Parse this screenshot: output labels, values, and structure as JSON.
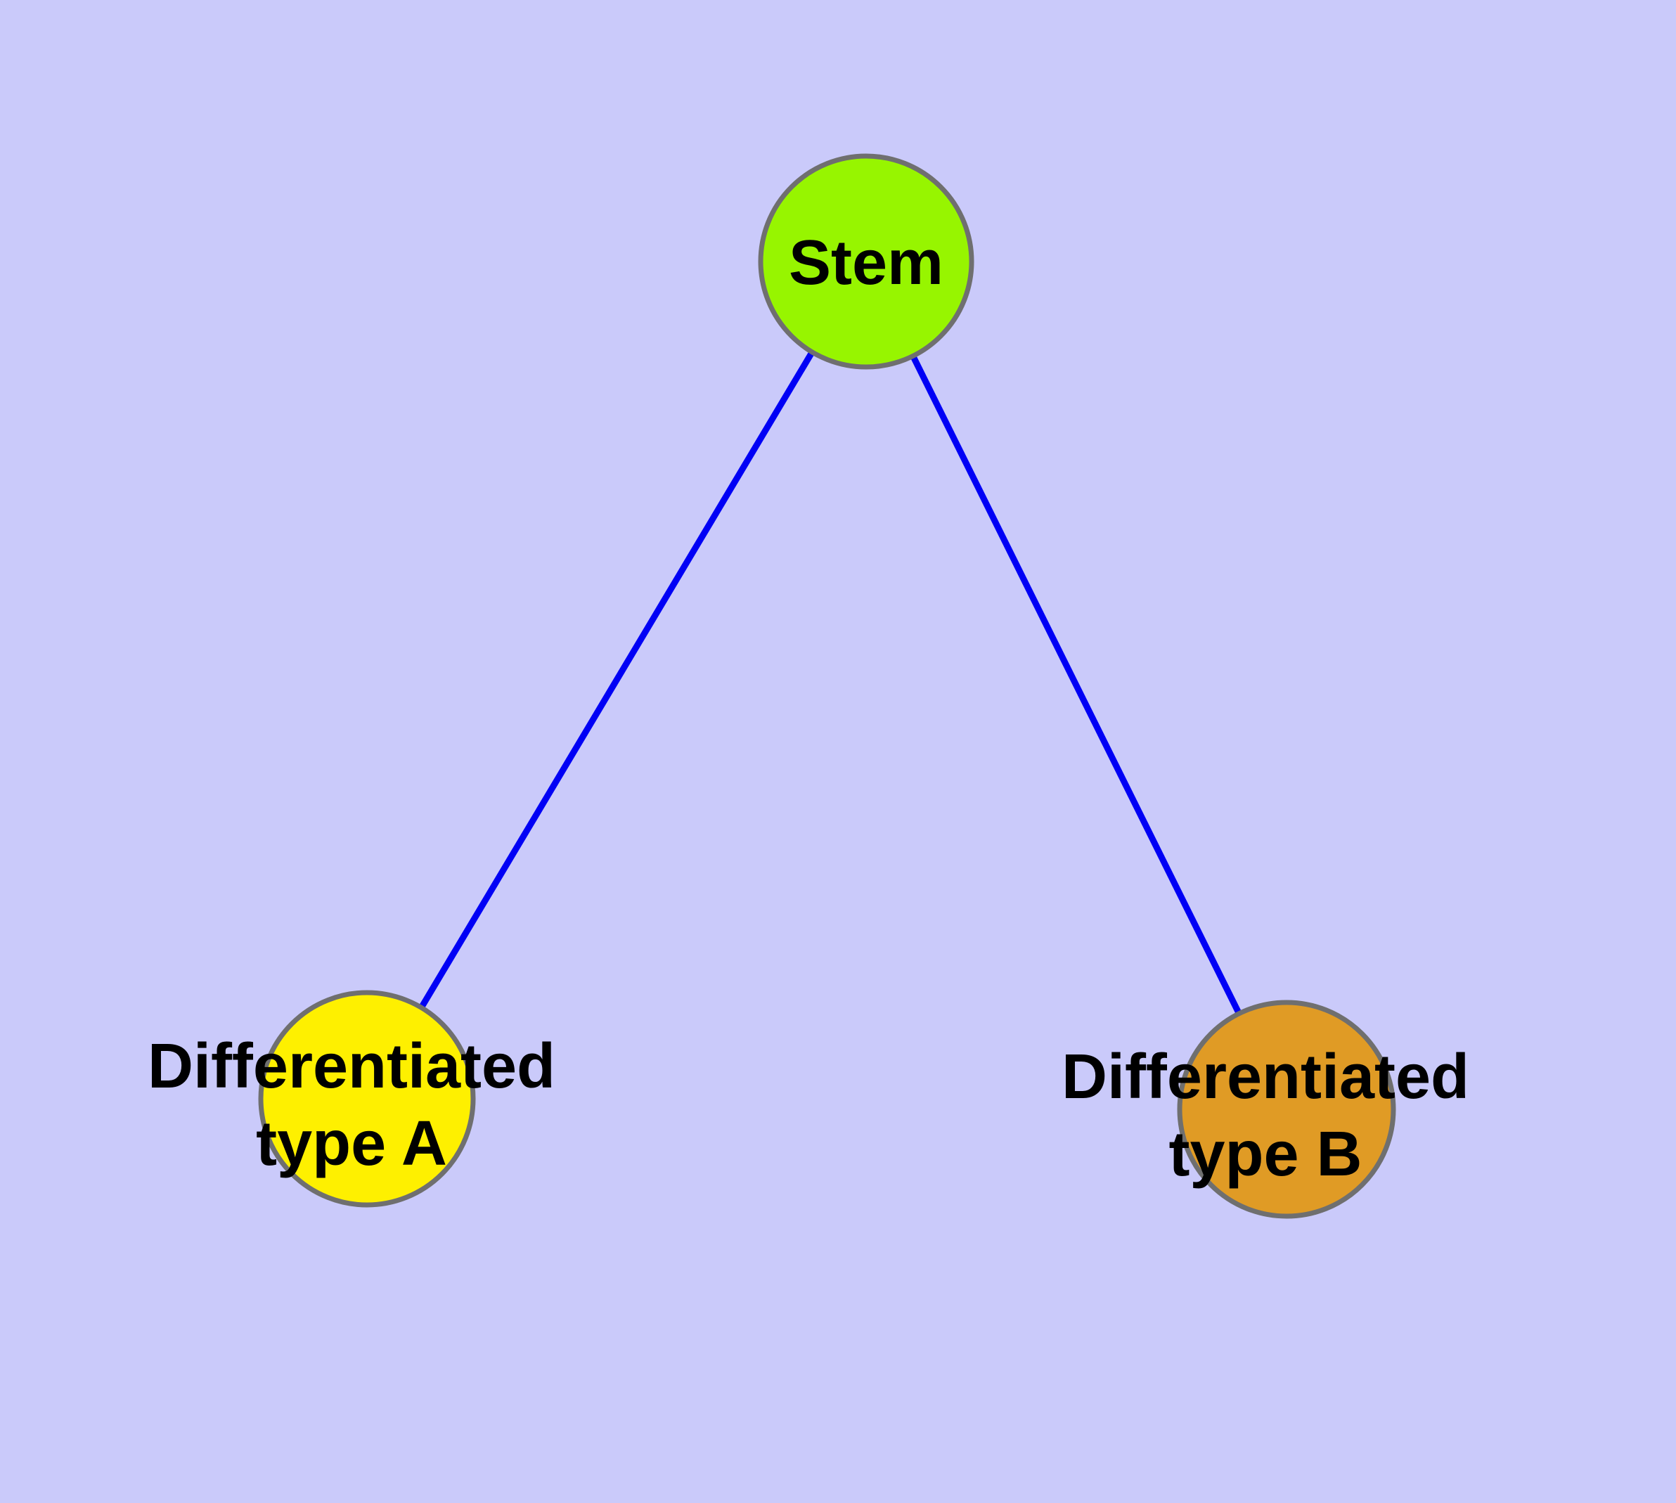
{
  "diagram": {
    "description": "Cell differentiation graph: one stem node with two differentiated child nodes",
    "nodes": {
      "stem": {
        "label": "Stem",
        "fill": "#97F500"
      },
      "type_a": {
        "label_line1": "Differentiated",
        "label_line2": "type A",
        "fill": "#FEF000"
      },
      "type_b": {
        "label_line1": "Differentiated",
        "label_line2": "type B",
        "fill": "#E09B25"
      }
    },
    "edges": {
      "items": [
        {
          "from": "Stem",
          "to": "Differentiated type A"
        },
        {
          "from": "Stem",
          "to": "Differentiated type B"
        }
      ]
    }
  },
  "colors": {
    "background": "#CACAFA",
    "node_border": "#6F6F6F",
    "edge": "#0000F5",
    "label": "#000000"
  }
}
